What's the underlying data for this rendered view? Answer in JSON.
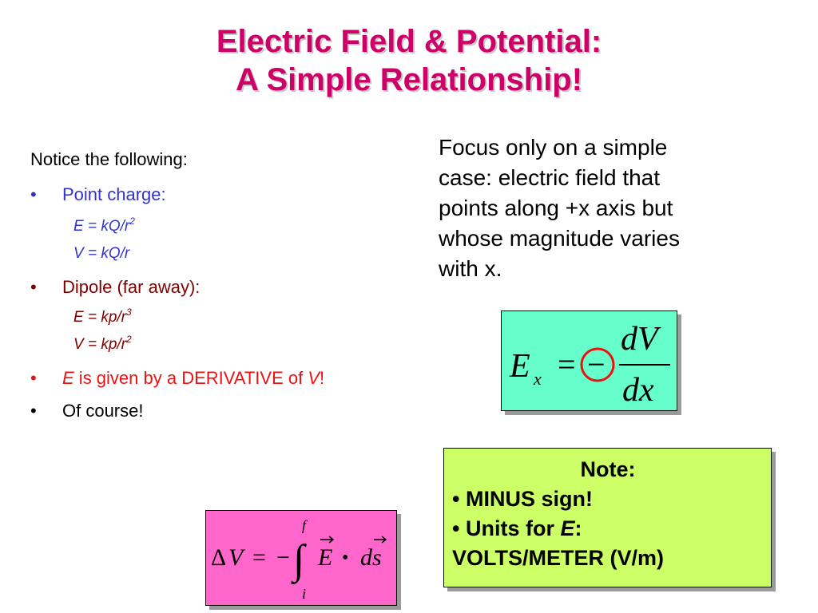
{
  "title": {
    "line1": "Electric Field & Potential:",
    "line2": "A Simple Relationship!"
  },
  "left": {
    "intro": "Notice the following:",
    "bullet_char": "•",
    "point_charge": "Point charge:",
    "pc_e": {
      "base": "E = kQ/r",
      "exp": "2"
    },
    "pc_v": "V = kQ/r",
    "dipole": "Dipole (far away):",
    "dp_e": {
      "base": "E = kp/r",
      "exp": "3"
    },
    "dp_v": {
      "base": "V = kp/r",
      "exp": "2"
    },
    "derivative": {
      "e": "E",
      "mid": " is given by a DERIVATIVE of ",
      "v": "V",
      "end": "!"
    },
    "of_course": "Of course!"
  },
  "right_para": [
    "Focus only on a simple",
    "case: electric field that",
    "points along +x axis but",
    "whose magnitude varies",
    "with x."
  ],
  "equation_field": {
    "lhs": "E",
    "lhs_sub": "x",
    "equals": "=",
    "minus": "−",
    "numerator": "dV",
    "denominator": "dx"
  },
  "note": {
    "heading": "Note:",
    "bullet1": "• MINUS sign!",
    "bullet2_pre": "• Units for ",
    "bullet2_e": "E",
    "bullet2_post": ":",
    "bullet3": "VOLTS/METER (V/m)"
  },
  "equation_potential": {
    "delta": "Δ",
    "v": "V",
    "equals": "=",
    "minus": "−",
    "upper": "f",
    "lower": "i",
    "integral": "∫",
    "e": "E",
    "dot": "•",
    "ds": "ds"
  },
  "colors": {
    "title": "#cc0066",
    "point_charge": "#3333cc",
    "dipole": "#800000",
    "derivative": "#ee1111",
    "circle": "#ee1111",
    "box_green": "#66ffcc",
    "box_lime": "#ccff66",
    "box_pink": "#ff66cc"
  }
}
